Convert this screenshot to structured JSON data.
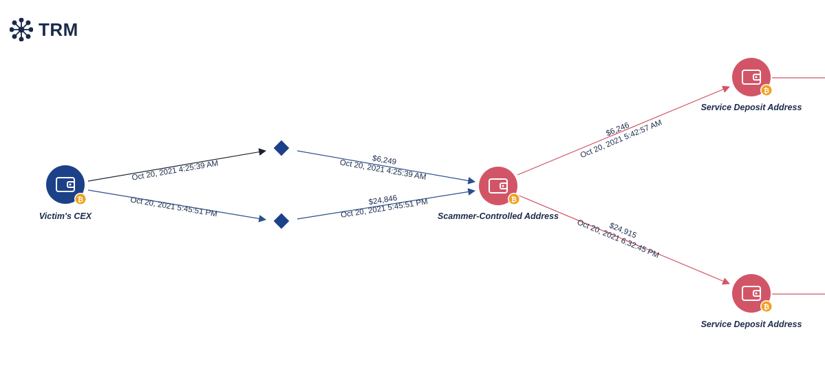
{
  "logo": {
    "icon": "network-star-icon",
    "text": "TRM"
  },
  "colors": {
    "victim_node": "#1d4189",
    "scammer_node": "#d25567",
    "intermediate_node": "#1d4189",
    "edge_blue": "#2b4f8e",
    "edge_dark": "#1b2230",
    "edge_red": "#d25567",
    "bitcoin_badge": "#f0a020"
  },
  "nodes": {
    "victim": {
      "label": "Victim's CEX",
      "icon": "wallet-icon",
      "badge": "bitcoin-icon"
    },
    "intermediate_top": {
      "icon": "diamond-icon"
    },
    "intermediate_bottom": {
      "icon": "diamond-icon"
    },
    "scammer": {
      "label": "Scammer-Controlled Address",
      "icon": "wallet-icon",
      "badge": "bitcoin-icon"
    },
    "service_top": {
      "label": "Service Deposit Address",
      "icon": "wallet-icon",
      "badge": "bitcoin-icon"
    },
    "service_bottom": {
      "label": "Service Deposit Address",
      "icon": "wallet-icon",
      "badge": "bitcoin-icon"
    }
  },
  "edges": {
    "victim_to_top": {
      "amount": "",
      "timestamp": "Oct 20, 2021 4:25:39 AM"
    },
    "victim_to_bottom": {
      "amount": "",
      "timestamp": "Oct 20, 2021 5:45:51 PM"
    },
    "top_to_scammer": {
      "amount": "$6,249",
      "timestamp": "Oct 20, 2021 4:25:39 AM"
    },
    "bottom_to_scammer": {
      "amount": "$24,846",
      "timestamp": "Oct 20, 2021 5:45:51 PM"
    },
    "scammer_to_service_top": {
      "amount": "$6,246",
      "timestamp": "Oct 20, 2021 5:42:57 AM"
    },
    "scammer_to_service_bottom": {
      "amount": "$24,915",
      "timestamp": "Oct 20, 2021 6:32:45 PM"
    }
  }
}
